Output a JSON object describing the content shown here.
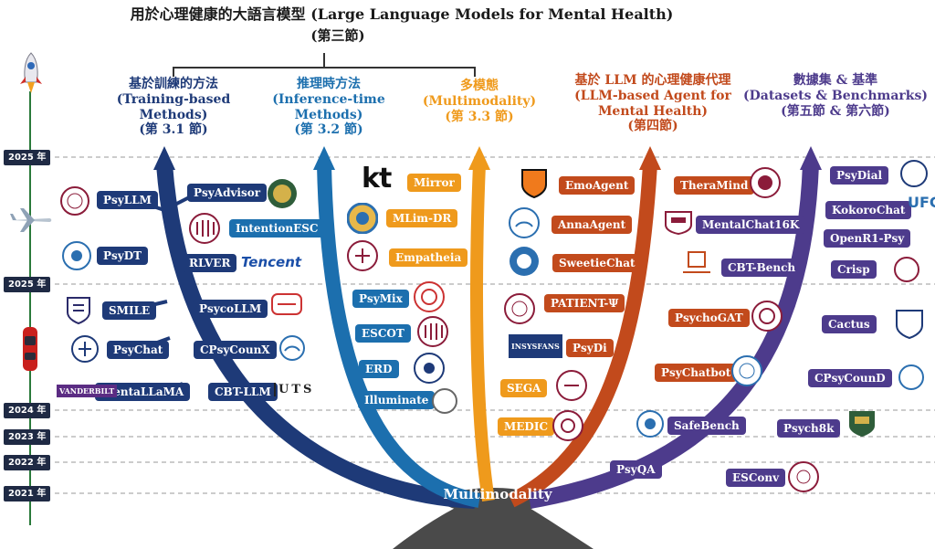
{
  "title": {
    "line1": "用於心理健康的大語言模型 (Large Language Models for Mental Health)",
    "line2": "(第三節)"
  },
  "categories": [
    {
      "id": "training",
      "lines": [
        "基於訓練的方法",
        "(Training-based",
        "Methods)",
        "(第 3.1 節)"
      ],
      "color": "#1e3a78"
    },
    {
      "id": "inference",
      "lines": [
        "推理時方法",
        "(Inference-time",
        "Methods)",
        "(第 3.2 節)"
      ],
      "color": "#1c6fae"
    },
    {
      "id": "multimodal",
      "lines": [
        "多模態",
        "(Multimodality)",
        "(第 3.3 節)"
      ],
      "color": "#ef9a1c"
    },
    {
      "id": "agent",
      "lines": [
        "基於 LLM 的心理健康代理",
        "(LLM-based Agent for",
        "Mental Health)",
        "(第四節)"
      ],
      "color": "#c24a1c"
    },
    {
      "id": "datasets",
      "lines": [
        "數據集 & 基準",
        "(Datasets & Benchmarks)",
        "(第五節 & 第六節)"
      ],
      "color": "#4d3b8c"
    }
  ],
  "years": [
    "2025 年",
    "2025 年",
    "2024 年",
    "2023 年",
    "2022 年",
    "2021 年"
  ],
  "training_methods": [
    "PsyLLM",
    "PsyAdvisor",
    "IntentionESC",
    "PsyDT",
    "RLVER",
    "SMILE",
    "PsycoLLM",
    "PsyChat",
    "CPsyCounX",
    "MentaLLaMA",
    "CBT-LLM"
  ],
  "inference_methods": [
    "PsyMix",
    "ESCOT",
    "ERD",
    "Illuminate"
  ],
  "multimodal_methods": [
    "Mirror",
    "MLim-DR",
    "Empatheia",
    "SEGA",
    "MEDIC"
  ],
  "agent_methods": [
    "EmoAgent",
    "TheraMind",
    "AnnaAgent",
    "SweetieChat",
    "PATIENT-Ψ",
    "PsychoGAT",
    "PsyDi",
    "PsyChatbot"
  ],
  "dataset_methods": [
    "PsyDial",
    "KokoroChat",
    "MentalChat16K",
    "OpenR1-Psy",
    "CBT-Bench",
    "Crisp",
    "Cactus",
    "CPsyCounD",
    "SafeBench",
    "Psych8k",
    "PsyQA",
    "ESConv"
  ],
  "logo_labels": {
    "kt": "kt",
    "tencent": "Tencent",
    "uts": "UTS",
    "vanderbilt": "VANDERBILT",
    "ufc": "UFC",
    "insysfans": "INSYSFANS"
  },
  "colors": {
    "training": "#1e3a78",
    "inference": "#1c6fae",
    "multimodal": "#ef9a1c",
    "agent": "#c24a1c",
    "dataset": "#4d3b8c",
    "trunk": "#4a4a4a"
  }
}
